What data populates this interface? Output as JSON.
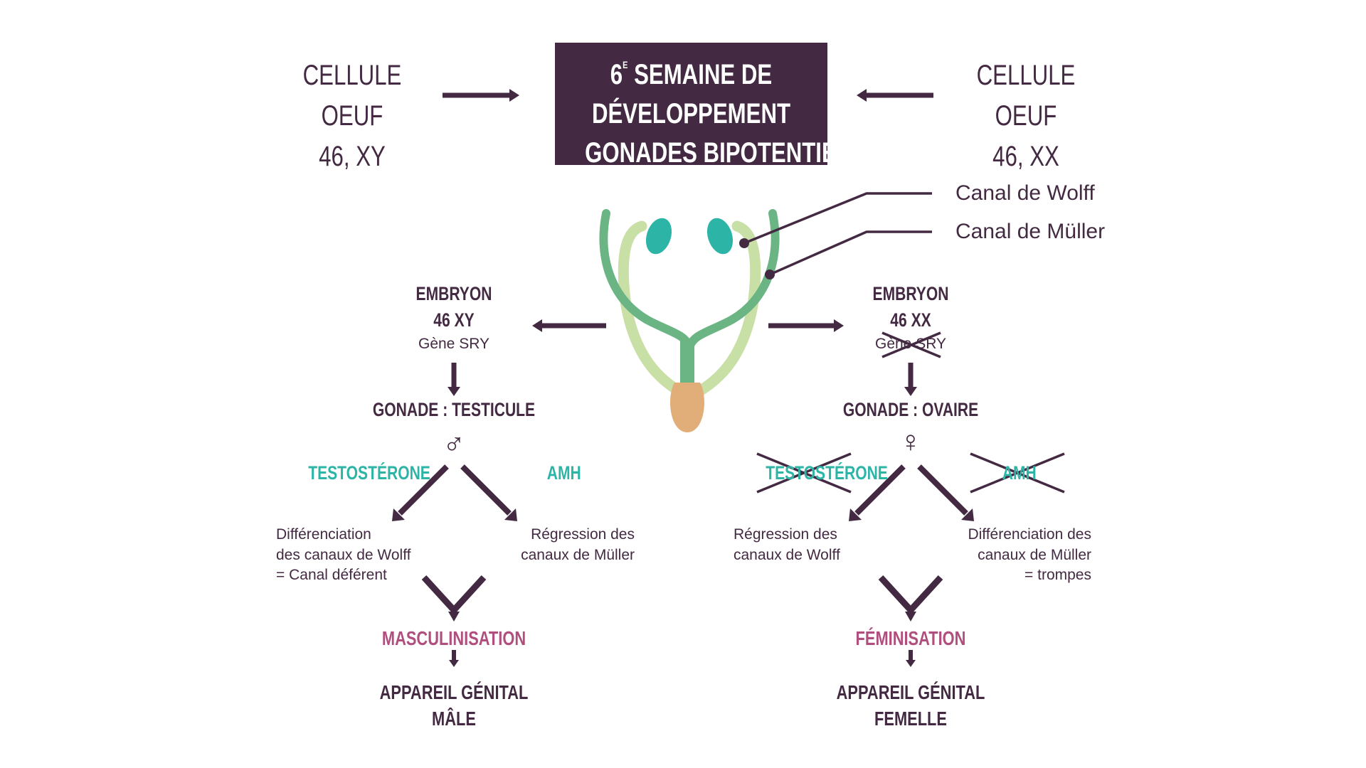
{
  "top": {
    "left_egg": {
      "line1": "CELLULE OEUF",
      "line2": "46, XY"
    },
    "right_egg": {
      "line1": "CELLULE OEUF",
      "line2": "46, XX"
    },
    "title": {
      "week_number": "6",
      "week_suffix": "E",
      "line1_rest": "SEMAINE DE",
      "line2": "DÉVELOPPEMENT",
      "line3": "GONADES BIPOTENTIELLES"
    }
  },
  "ducts": {
    "wolff_label": "Canal de Wolff",
    "muller_label": "Canal de Müller"
  },
  "male": {
    "embryo_line1": "EMBRYON",
    "embryo_line2": "46 XY",
    "gene": "Gène SRY",
    "gonad": "GONADE : TESTICULE",
    "symbol": "♂",
    "hormone_left": "TESTOSTÉRONE",
    "hormone_right": "AMH",
    "desc_left": [
      "Différenciation",
      "des canaux de Wolff",
      "= Canal déférent"
    ],
    "desc_right": [
      "Régression des",
      "canaux de Müller"
    ],
    "result": "MASCULINISATION",
    "final_line1": "APPAREIL GÉNITAL",
    "final_line2": "MÂLE"
  },
  "female": {
    "embryo_line1": "EMBRYON",
    "embryo_line2": "46 XX",
    "gene": "Gène SRY",
    "gene_crossed": true,
    "gonad": "GONADE : OVAIRE",
    "symbol": "♀",
    "hormone_left": "TESTOSTÉRONE",
    "hormone_left_crossed": true,
    "hormone_right": "AMH",
    "hormone_right_crossed": true,
    "desc_left": [
      "Régression des",
      "canaux de Wolff"
    ],
    "desc_right": [
      "Différenciation des",
      "canaux de Müller",
      "= trompes"
    ],
    "result": "FÉMINISATION",
    "final_line1": "APPAREIL GÉNITAL",
    "final_line2": "FEMELLE"
  },
  "colors": {
    "primary": "#432a42",
    "teal": "#2cb5a6",
    "pink": "#b04f7e",
    "wolff_green": "#6ab583",
    "muller_green": "#c8dfa6",
    "sinus": "#e1ad79"
  }
}
